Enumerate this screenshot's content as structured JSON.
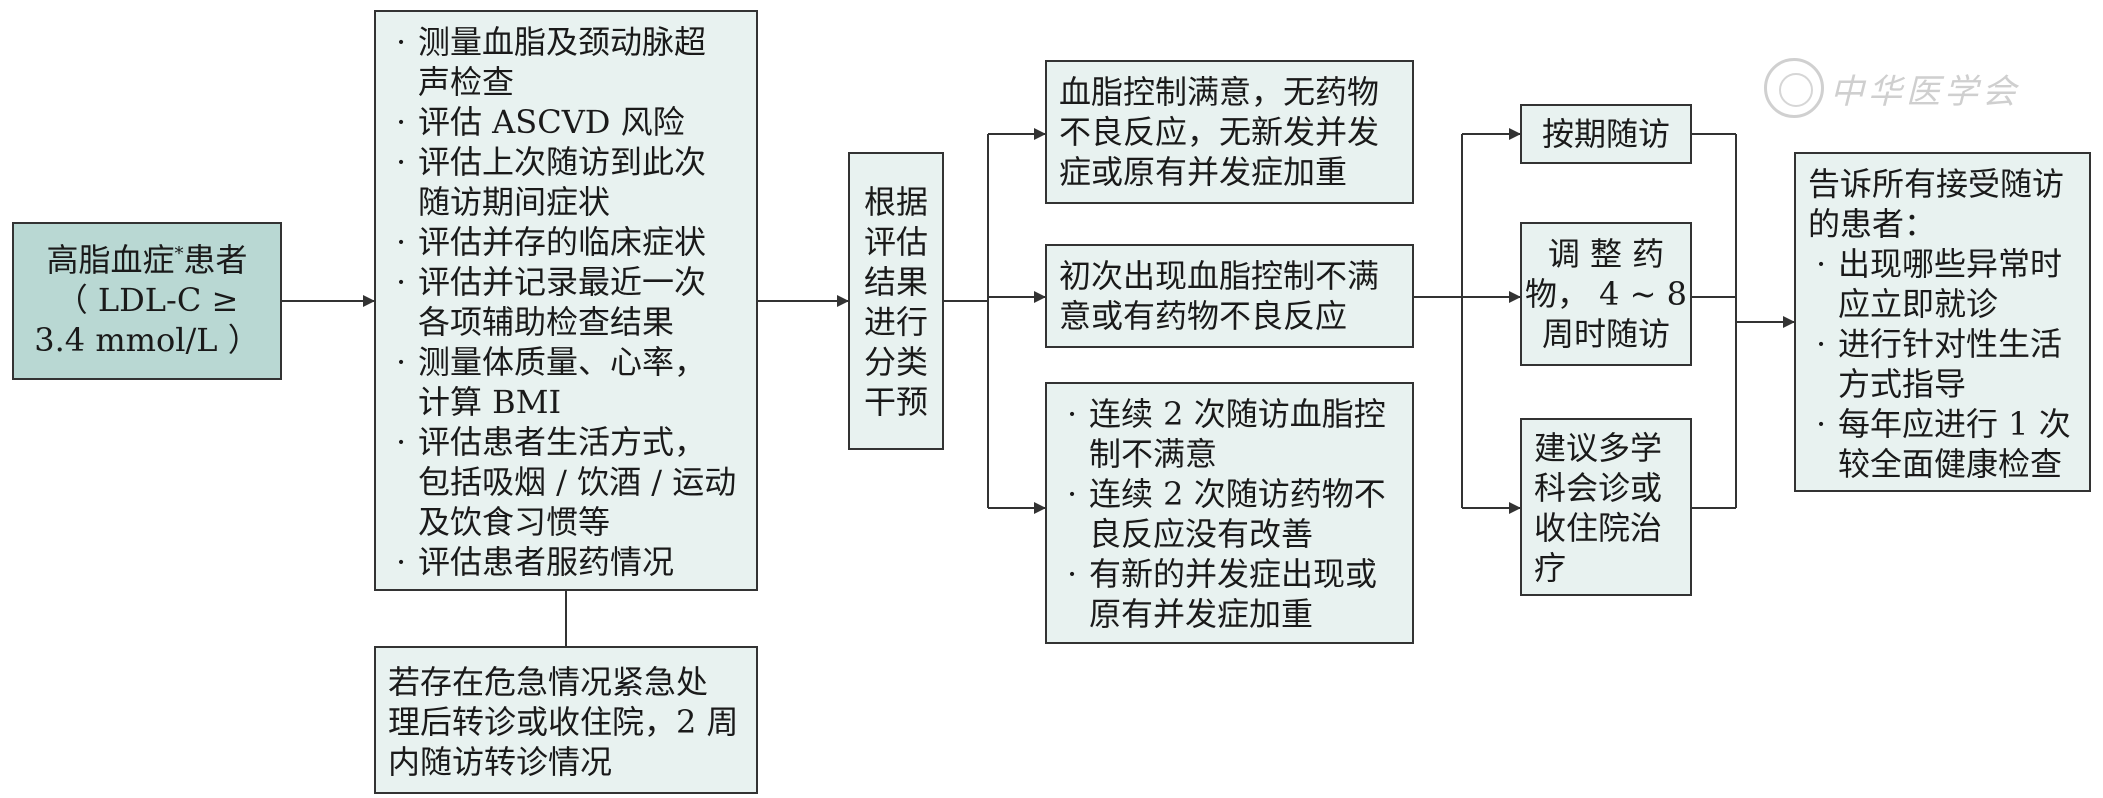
{
  "patient_box": {
    "title": "高脂血症",
    "marker": "*",
    "title_suffix": "患者",
    "criterion_line1": "（ LDL-C ≥",
    "criterion_line2": "3.4 mmol/L ）"
  },
  "assessment_box": {
    "bullet": "·",
    "items": [
      {
        "lines": [
          "测量血脂及颈动脉超",
          "声检查"
        ]
      },
      {
        "lines": [
          "评估 ASCVD 风险"
        ]
      },
      {
        "lines": [
          "评估上次随访到此次",
          "随访期间症状"
        ]
      },
      {
        "lines": [
          "评估并存的临床症状"
        ]
      },
      {
        "lines": [
          "评估并记录最近一次",
          "各项辅助检查结果"
        ]
      },
      {
        "lines": [
          "测量体质量、心率，",
          "计算 BMI"
        ]
      },
      {
        "lines": [
          "评估患者生活方式，",
          "包括吸烟 / 饮酒 / 运动",
          "及饮食习惯等"
        ]
      },
      {
        "lines": [
          "评估患者服药情况"
        ]
      }
    ]
  },
  "emergency_box": {
    "lines": [
      "若存在危急情况紧急处",
      "理后转诊或收住院，2 周",
      "内随访转诊情况"
    ]
  },
  "classify_box": {
    "lines": [
      "根据",
      "评估",
      "结果",
      "进行",
      "分类",
      "干预"
    ]
  },
  "outcome_boxes": {
    "satisfied": {
      "lines": [
        "血脂控制满意，无药物",
        "不良反应，无新发并发",
        "症或原有并发症加重"
      ]
    },
    "first_unsatisfied": {
      "lines": [
        "初次出现血脂控制不满",
        "意或有药物不良反应"
      ]
    },
    "persistent": {
      "bullet": "·",
      "items": [
        {
          "lines": [
            "连续 2 次随访血脂控",
            "制不满意"
          ]
        },
        {
          "lines": [
            "连续 2 次随访药物不",
            "良反应没有改善"
          ]
        },
        {
          "lines": [
            "有新的并发症出现或",
            "原有并发症加重"
          ]
        }
      ]
    }
  },
  "action_boxes": {
    "scheduled": {
      "lines": [
        "按期随访"
      ]
    },
    "adjust": {
      "lines": [
        "调 整 药",
        "物， 4 ~ 8",
        "周时随访"
      ]
    },
    "referral": {
      "lines": [
        "建议多学",
        "科会诊或",
        "收住院治",
        "疗"
      ]
    }
  },
  "inform_box": {
    "heading_lines": [
      "告诉所有接受随访",
      "的患者："
    ],
    "bullet": "·",
    "items": [
      {
        "lines": [
          "出现哪些异常时",
          "应立即就诊"
        ]
      },
      {
        "lines": [
          "进行针对性生活",
          "方式指导"
        ]
      },
      {
        "lines": [
          "每年应进行 1 次",
          "较全面健康检查"
        ]
      }
    ]
  },
  "watermark": {
    "text": "中华医学会"
  },
  "colors": {
    "box_fill": "#e8f2f0",
    "start_box_fill": "#b9d8d3",
    "line": "#333333"
  }
}
